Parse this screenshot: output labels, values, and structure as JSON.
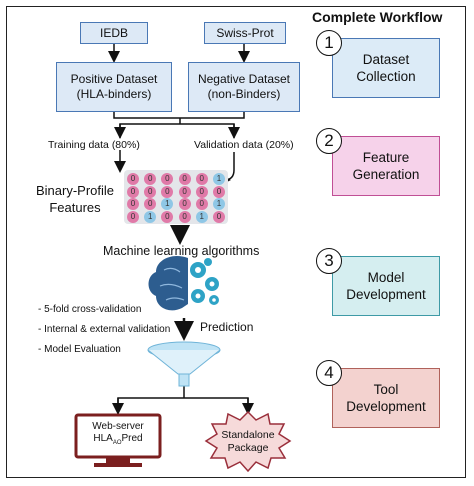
{
  "workflow_title": "Complete Workflow",
  "sources": {
    "iedb": "IEDB",
    "swissprot": "Swiss-Prot"
  },
  "datasets": {
    "positive_1": "Positive Dataset",
    "positive_2": "(HLA-binders)",
    "negative_1": "Negative Dataset",
    "negative_2": "(non-Binders)"
  },
  "split": {
    "training": "Training  data (80%)",
    "validation": "Validation data (20%)"
  },
  "features": {
    "line1": "Binary-Profile",
    "line2": "Features"
  },
  "matrix_rows": [
    [
      "0",
      "0",
      "0",
      "0",
      "0",
      "1"
    ],
    [
      "0",
      "0",
      "0",
      "0",
      "0",
      "0"
    ],
    [
      "0",
      "0",
      "1",
      "0",
      "0",
      "1"
    ],
    [
      "0",
      "1",
      "0",
      "0",
      "1",
      "0"
    ]
  ],
  "ml_label": "Machine learning algorithms",
  "prediction_label": "Prediction",
  "validation_notes": [
    "- 5-fold cross-validation",
    "- Internal & external validation",
    "- Model Evaluation"
  ],
  "outputs": {
    "webserver_1": "Web-server",
    "webserver_2_main": "HLA",
    "webserver_2_sub": "AO",
    "webserver_2_end": "Pred",
    "standalone_1": "Standalone",
    "standalone_2": "Package"
  },
  "steps": [
    {
      "number": "1",
      "line1": "Dataset",
      "line2": "Collection",
      "fill": "#dcebf7",
      "stroke": "#4a78b5"
    },
    {
      "number": "2",
      "line1": "Feature",
      "line2": "Generation",
      "fill": "#f6d2ea",
      "stroke": "#c04f95"
    },
    {
      "number": "3",
      "line1": "Model",
      "line2": "Development",
      "fill": "#d5eef0",
      "stroke": "#3e9aa6"
    },
    {
      "number": "4",
      "line1": "Tool",
      "line2": "Development",
      "fill": "#f3d2cf",
      "stroke": "#b0625b"
    }
  ],
  "colors": {
    "pink_cell": "#e07aa8",
    "blue_cell": "#8fc7e6",
    "brain_blue": "#2d5d8f",
    "gear_teal": "#2ea3c6"
  }
}
